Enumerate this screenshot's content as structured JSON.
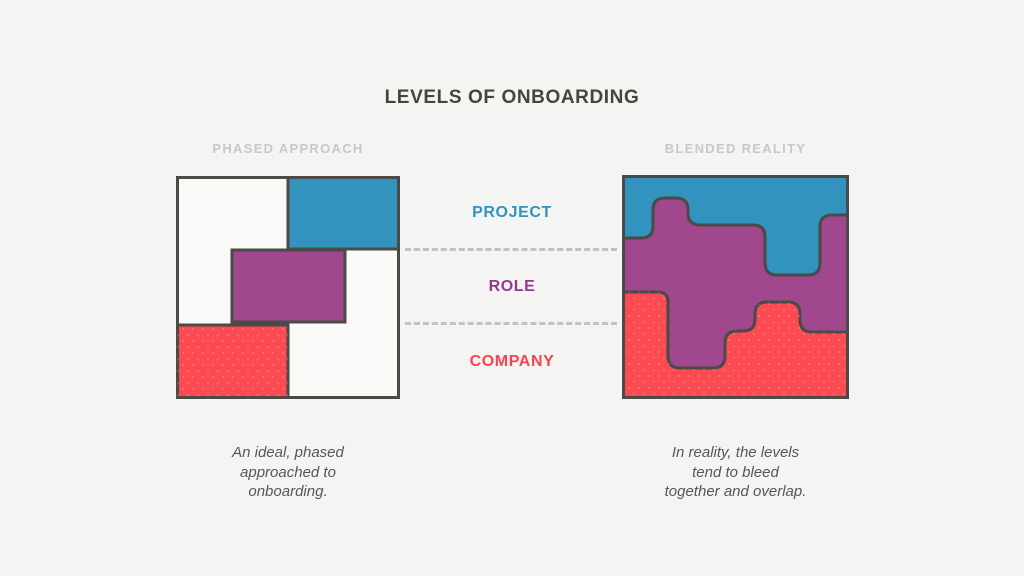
{
  "title": "LEVELS OF ONBOARDING",
  "panels": {
    "left": {
      "subtitle": "PHASED APPROACH",
      "caption": "An ideal, phased\napproached to\nonboarding."
    },
    "right": {
      "subtitle": "BLENDED REALITY",
      "caption": "In reality, the levels\ntend to bleed\ntogether and overlap."
    }
  },
  "levels": [
    {
      "label": "PROJECT",
      "color": "#2F94BE"
    },
    {
      "label": "ROLE",
      "color": "#94398E"
    },
    {
      "label": "COMPANY",
      "color": "#F9444F"
    }
  ],
  "colors": {
    "background": "#F4F4F2",
    "panel_fill": "#F9F9F7",
    "outline": "#4A4A46",
    "blue": "#3193BE",
    "purple": "#A1478E",
    "red": "#FB4A52",
    "dashed_line": "#C2C2C0",
    "subtitle_text": "#C8C8C6",
    "title_text": "#45453F",
    "caption_text": "#575755"
  }
}
